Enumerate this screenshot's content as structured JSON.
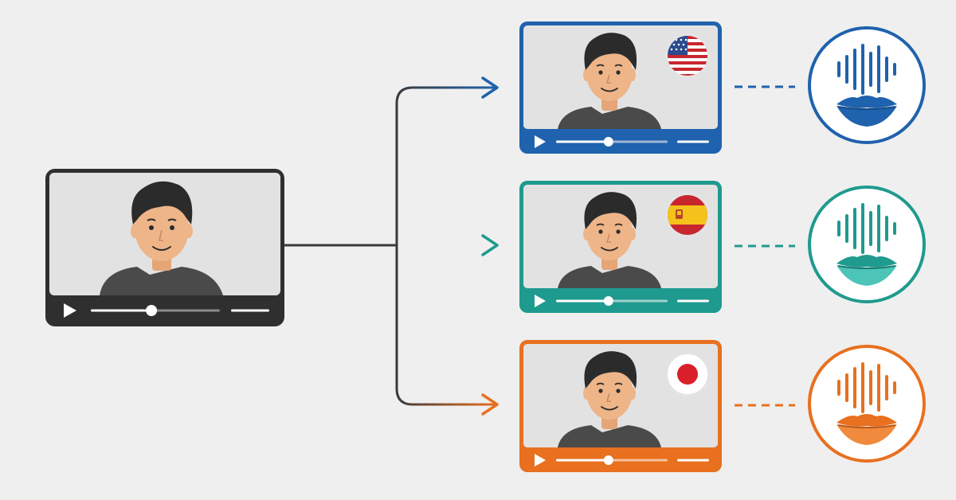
{
  "colors": {
    "background": "#efefef",
    "source": "#2f2f2f",
    "english": "#1f62ad",
    "spanish": "#1f9a8e",
    "japanese": "#e8701f",
    "screen": "#e2e2e2",
    "skin": "#eeb589",
    "hair": "#2b2b2b",
    "shirt": "#4a4a4a"
  },
  "source_video": {
    "icons": [
      "person-avatar",
      "play-icon",
      "progress-bar",
      "volume-bar"
    ],
    "progress": 0.47
  },
  "dubbed_videos": [
    {
      "language": "english",
      "flag": "usa-flag-icon",
      "progress": 0.47,
      "color_key": "english"
    },
    {
      "language": "spanish",
      "flag": "spain-flag-icon",
      "progress": 0.47,
      "color_key": "spanish"
    },
    {
      "language": "japanese",
      "flag": "japan-flag-icon",
      "progress": 0.47,
      "color_key": "japanese"
    }
  ],
  "voice_icons": [
    "soundwave-icon",
    "lips-icon"
  ]
}
